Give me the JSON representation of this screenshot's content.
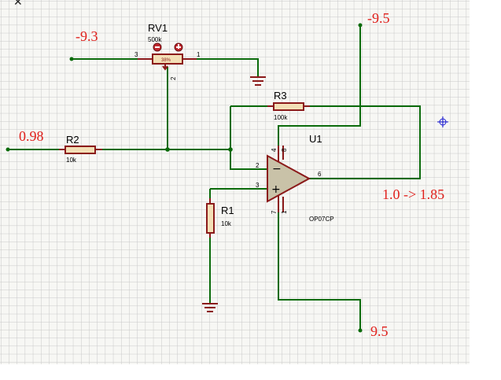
{
  "corner_close_glyph": "✕",
  "annotations": {
    "top_left_voltage": "-9.3",
    "top_right_supply": "-9.5",
    "input_voltage": "0.98",
    "output_voltage": "1.0 -> 1.85",
    "bottom_supply": "9.5"
  },
  "rv1": {
    "ref": "RV1",
    "value": "500k",
    "slider_pct": "38%",
    "pin_left": "3",
    "pin_right": "1",
    "pin_wiper": "2"
  },
  "r1": {
    "ref": "R1",
    "value": "10k"
  },
  "r2": {
    "ref": "R2",
    "value": "10k"
  },
  "r3": {
    "ref": "R3",
    "value": "100k"
  },
  "u1": {
    "ref": "U1",
    "part": "OP07CP",
    "pin_inv": "2",
    "pin_noninv": "3",
    "pin_out": "6",
    "pin_top_a": "4",
    "pin_top_b": "8",
    "pin_bot_a": "7",
    "pin_bot_b": "1",
    "minus_sign": "−",
    "plus_sign": "+"
  },
  "colors": {
    "wire": "#0b6b0b",
    "component": "#8b1a1a",
    "resistor_fill": "#f3dfb6",
    "note": "#e0201c",
    "marker": "#1b1bd6",
    "grid": "#c8c8c8"
  }
}
